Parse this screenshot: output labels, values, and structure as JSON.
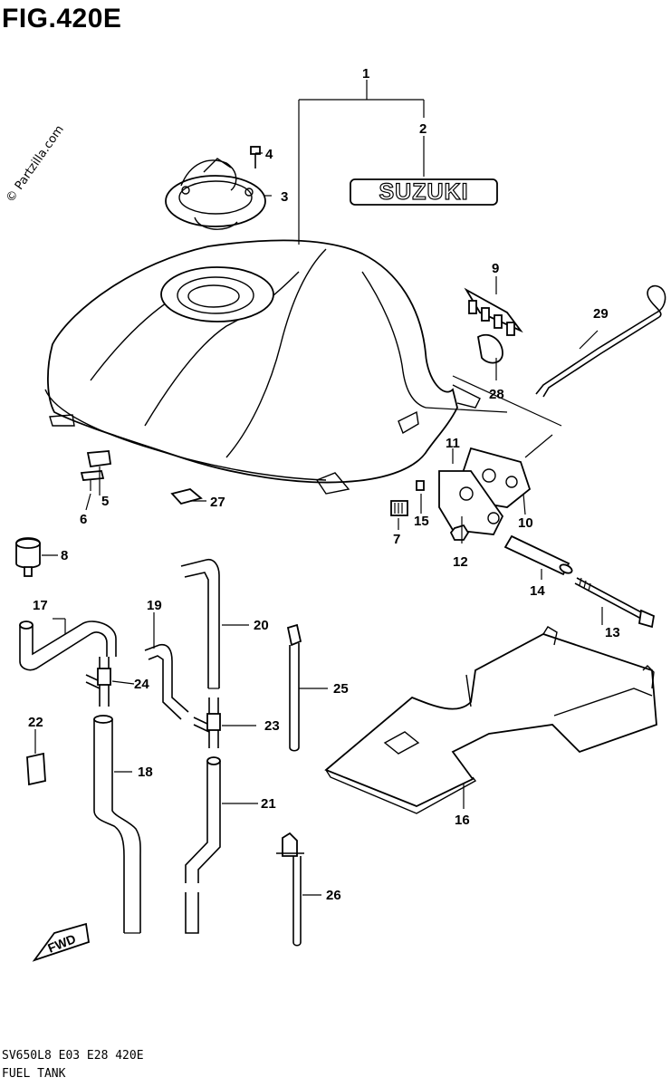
{
  "title": "FIG.420E",
  "watermark": "© Partzilla.com",
  "brand_logo": "SUZUKI",
  "footer": {
    "code": "SV650L8 E03 E28 420E",
    "name": "FUEL TANK"
  },
  "direction_badge": "FWD",
  "callouts": {
    "c1": "1",
    "c2": "2",
    "c3": "3",
    "c4": "4",
    "c5": "5",
    "c6": "6",
    "c7": "7",
    "c8": "8",
    "c9": "9",
    "c10": "10",
    "c11": "11",
    "c12": "12",
    "c13": "13",
    "c14": "14",
    "c15": "15",
    "c16": "16",
    "c17": "17",
    "c18": "18",
    "c19": "19",
    "c20": "20",
    "c21": "21",
    "c22": "22",
    "c23": "23",
    "c24": "24",
    "c25": "25",
    "c26": "26",
    "c27": "27",
    "c28": "28",
    "c29": "29"
  }
}
